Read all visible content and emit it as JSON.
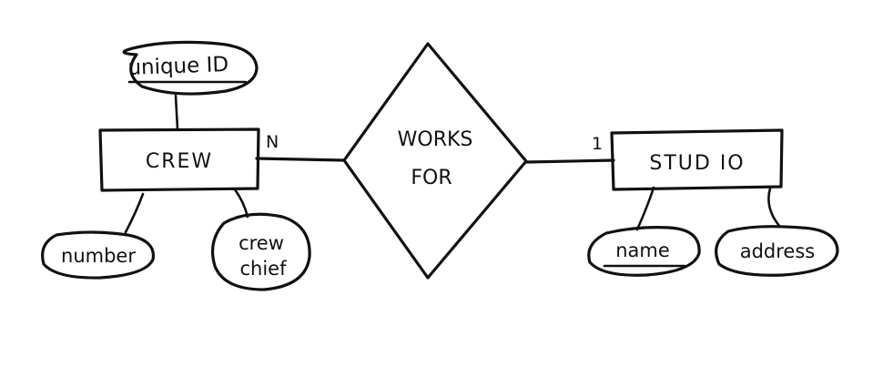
{
  "entities": {
    "crew": {
      "label": "CREW"
    },
    "studio": {
      "label": "STUD IO"
    }
  },
  "relationship": {
    "line1": "WORKS",
    "line2": "FOR"
  },
  "attributes": {
    "unique_id": {
      "label": "unique ID",
      "key": true
    },
    "number": {
      "label": "number",
      "key": false
    },
    "crew_chief_line1": "crew",
    "crew_chief_line2": "chief",
    "name": {
      "label": "name",
      "key": true
    },
    "address": {
      "label": "address",
      "key": false
    }
  },
  "cardinality": {
    "crew_side": "N",
    "studio_side": "1"
  }
}
